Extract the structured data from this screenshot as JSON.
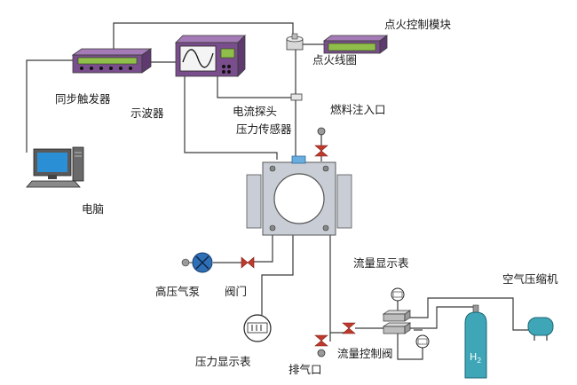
{
  "labels": {
    "ignition_module": "点火控制模块",
    "ignition_coil": "点火线圈",
    "trigger": "同步触发器",
    "oscilloscope": "示波器",
    "current_probe": "电流探头",
    "pressure_sensor": "压力传感器",
    "fuel_inlet": "燃料注入口",
    "computer": "电脑",
    "pump": "高压气泵",
    "valve": "阀门",
    "pressure_display": "压力显示表",
    "flow_display": "流量显示表",
    "compressor": "空气压缩机",
    "flow_control_valve": "流量控制阀",
    "exhaust": "排气口",
    "h2_main": "H",
    "h2_sub": "2"
  },
  "colors": {
    "device_body": "#7a4e8c",
    "display_green": "#8fbf4a",
    "chamber": "#c9ced6",
    "pump": "#2f6fb5",
    "cylinder": "#3fa6b8",
    "valve": "#c0392b",
    "screen": "#2b8fd6",
    "wire": "#3a3a3a"
  }
}
